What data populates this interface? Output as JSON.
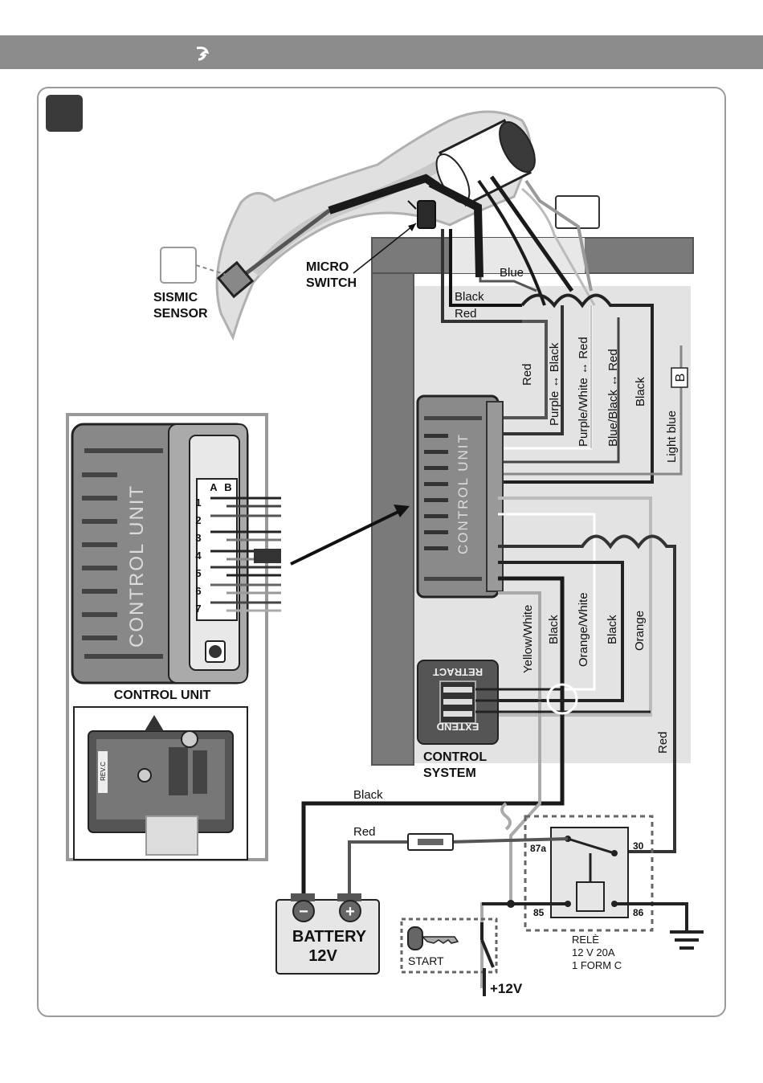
{
  "labels": {
    "sismic_l1": "SISMIC",
    "sismic_l2": "SENSOR",
    "micro_l1": "MICRO",
    "micro_l2": "SWITCH",
    "control_unit_caption": "CONTROL UNIT",
    "control_unit_title": "CONTROL UNIT",
    "control_system_l1": "CONTROL",
    "control_system_l2": "SYSTEM",
    "retract": "RETRACT",
    "extend": "EXTEND",
    "battery_l1": "BATTERY",
    "battery_l2": "12V",
    "start": "START",
    "plus12v": "+12V",
    "rele_l1": "RELÈ",
    "rele_l2": "12 V  20A",
    "rele_l3": "1 FORM C",
    "pin_87a": "87a",
    "pin_30": "30",
    "pin_85": "85",
    "pin_86": "86",
    "connector_a": "A",
    "connector_b": "B",
    "b_marker": "B",
    "pcb_mark": "REV.C",
    "minus": "−",
    "plus": "+"
  },
  "connector_pins": [
    "1",
    "2",
    "3",
    "4",
    "5",
    "6",
    "7"
  ],
  "wires": {
    "blue": "Blue",
    "black_top": "Black",
    "red_top": "Red",
    "red_v": "Red",
    "purple_black": "Purple ↔ Black",
    "purplewhite_red": "Purple/White ↔ Red",
    "blueblack_red": "Blue/Black ↔ Red",
    "black_v1": "Black",
    "light_blue": "Light blue",
    "yellow_white": "Yellow/White",
    "black_v2": "Black",
    "orange_white": "Orange/White",
    "black_v3": "Black",
    "orange": "Orange",
    "red_right": "Red",
    "black_batt": "Black",
    "red_batt": "Red"
  },
  "colors": {
    "header": "#8c8c8c",
    "panel": "#e3e3e3",
    "dark": "#3a3a3a"
  }
}
